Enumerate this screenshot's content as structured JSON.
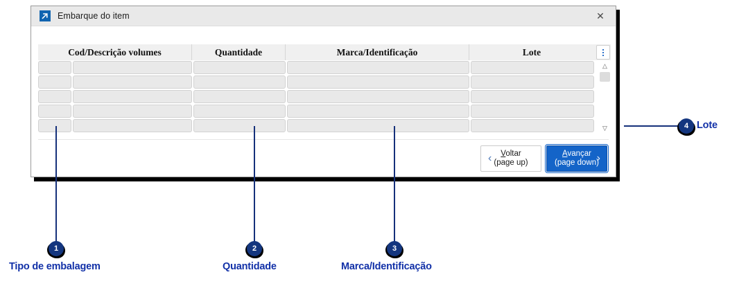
{
  "window": {
    "title": "Embarque do item",
    "app_icon": "arrow-up-right-icon",
    "close_icon": "close-icon"
  },
  "grid": {
    "columns": [
      "Cod/Descrição volumes",
      "Quantidade",
      "Marca/Identificação",
      "Lote"
    ],
    "menu_icon": "kebab-menu-icon",
    "row_count": 5,
    "rows": [
      {
        "cod": "",
        "descricao": "",
        "quantidade": "",
        "marca": "",
        "lote": ""
      },
      {
        "cod": "",
        "descricao": "",
        "quantidade": "",
        "marca": "",
        "lote": ""
      },
      {
        "cod": "",
        "descricao": "",
        "quantidade": "",
        "marca": "",
        "lote": ""
      },
      {
        "cod": "",
        "descricao": "",
        "quantidade": "",
        "marca": "",
        "lote": ""
      },
      {
        "cod": "",
        "descricao": "",
        "quantidade": "",
        "marca": "",
        "lote": ""
      }
    ],
    "scrollbar": {
      "up_icon": "chevron-up-icon",
      "down_icon": "chevron-down-icon"
    }
  },
  "footer": {
    "back": {
      "accel": "V",
      "label_rest": "oltar",
      "sublabel": "(page up)",
      "icon": "chevron-left-icon"
    },
    "next": {
      "accel": "A",
      "label_rest": "vançar",
      "sublabel": "(page down)",
      "icon": "chevron-right-icon"
    }
  },
  "annotations": {
    "accent_color": "#1231a8",
    "marker_fill": "#14367f",
    "items": [
      {
        "number": "1",
        "label": "Tipo de embalagem"
      },
      {
        "number": "2",
        "label": "Quantidade"
      },
      {
        "number": "3",
        "label": "Marca/Identificação"
      },
      {
        "number": "4",
        "label": "Lote"
      }
    ]
  }
}
